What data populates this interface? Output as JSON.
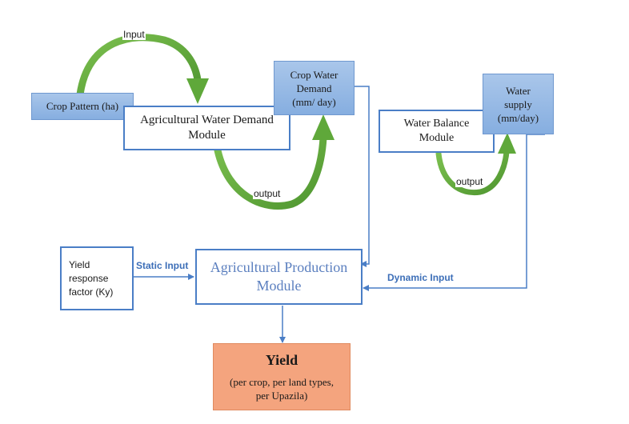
{
  "nodes": {
    "crop_pattern": "Crop Pattern (ha)",
    "awd_module": [
      "Agricultural Water Demand",
      "Module"
    ],
    "crop_water_demand": [
      "Crop Water",
      "Demand",
      "(mm/ day)"
    ],
    "water_balance": [
      "Water Balance",
      "Module"
    ],
    "water_supply": [
      "Water",
      "supply",
      "(mm/day)"
    ],
    "yield_factor": [
      "Yield",
      "response",
      "factor (Ky)"
    ],
    "ap_module": [
      "Agricultural Production",
      "Module"
    ],
    "yield_title": "Yield",
    "yield_sub": [
      "(per crop, per land types,",
      "per Upazila)"
    ]
  },
  "labels": {
    "input": "Input",
    "output_1": "output",
    "output_2": "output",
    "static_input": "Static Input",
    "dynamic_input": "Dynamic Input"
  },
  "colors": {
    "arrow_green": "#5fa83a",
    "connector_blue": "#4a7ec6",
    "label_blue": "#3d6fb8",
    "yield_fill": "#f4a47e"
  }
}
